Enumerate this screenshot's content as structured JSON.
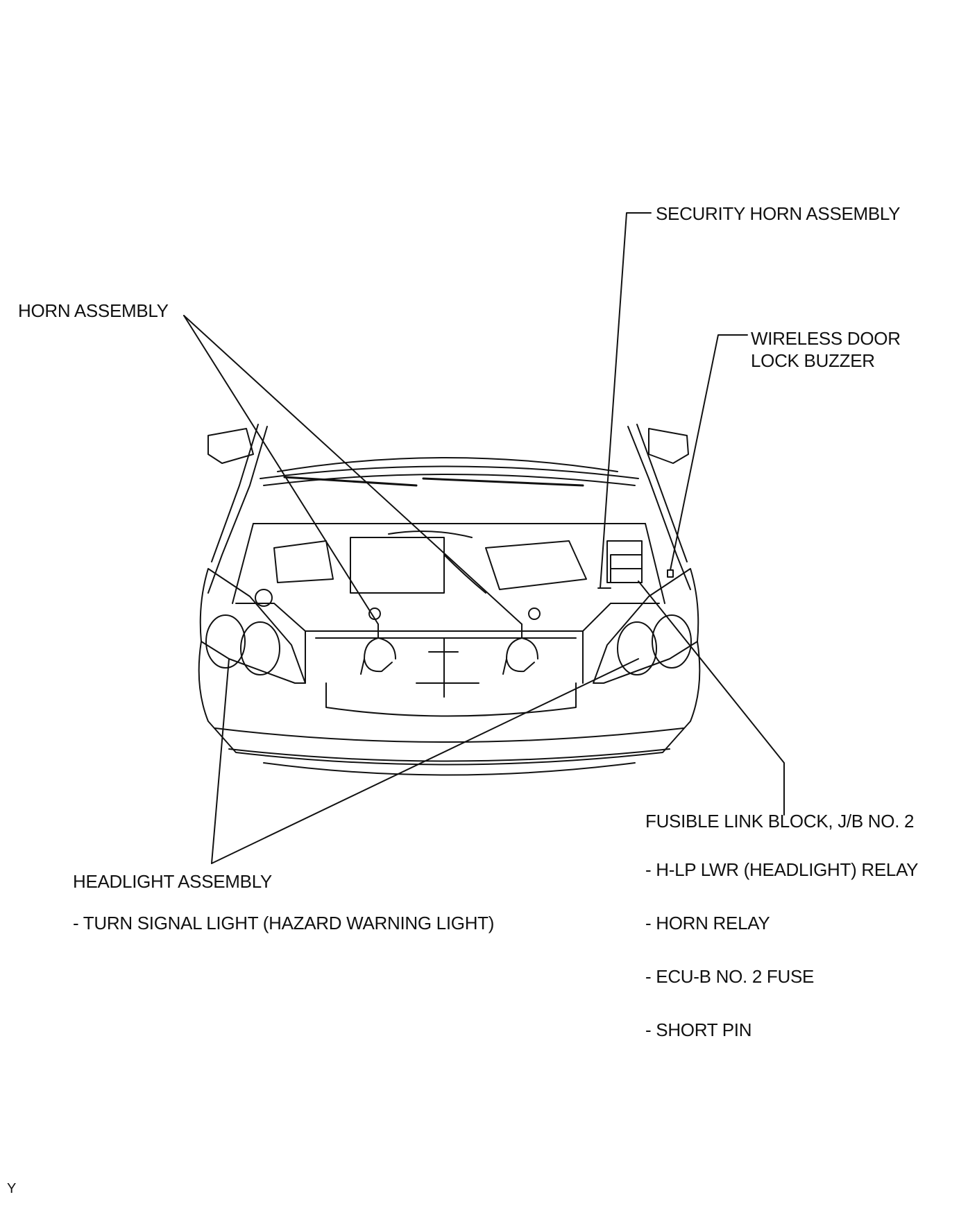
{
  "labels": {
    "security_horn": "SECURITY HORN ASSEMBLY",
    "horn": "HORN ASSEMBLY",
    "wireless_buzzer_line1": "WIRELESS DOOR",
    "wireless_buzzer_line2": "LOCK BUZZER",
    "fusible_link": "FUSIBLE LINK BLOCK, J/B NO. 2",
    "fusible_items": [
      "- H-LP LWR (HEADLIGHT) RELAY",
      "- HORN RELAY",
      "- ECU-B NO. 2 FUSE",
      "- SHORT PIN"
    ],
    "headlight": "HEADLIGHT ASSEMBLY",
    "headlight_items": [
      "-  TURN SIGNAL LIGHT (HAZARD WARNING LIGHT)"
    ],
    "corner_code": "Y"
  },
  "colors": {
    "line": "#111111",
    "background": "#ffffff"
  }
}
